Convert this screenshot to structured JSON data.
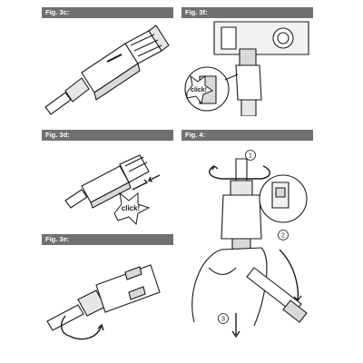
{
  "figures": {
    "fig_3c": {
      "label": "Fig. 3c:"
    },
    "fig_3f": {
      "label": "Fig. 3f:",
      "callout": "click!"
    },
    "fig_3d": {
      "label": "Fig. 3d:",
      "callout": "click!"
    },
    "fig_3e": {
      "label": "Fig. 3e:"
    },
    "fig_4": {
      "label": "Fig. 4:",
      "steps": [
        "1",
        "2",
        "3"
      ]
    }
  },
  "colors": {
    "header_bar": "#707070",
    "header_text": "#ffffff",
    "line": "#1a1a1a",
    "grey_fill": "#d9d9d9"
  },
  "icons": [
    "connector-icon",
    "screwdriver-icon",
    "rotate-arrow-icon",
    "click-burst-icon",
    "hand-icon"
  ]
}
